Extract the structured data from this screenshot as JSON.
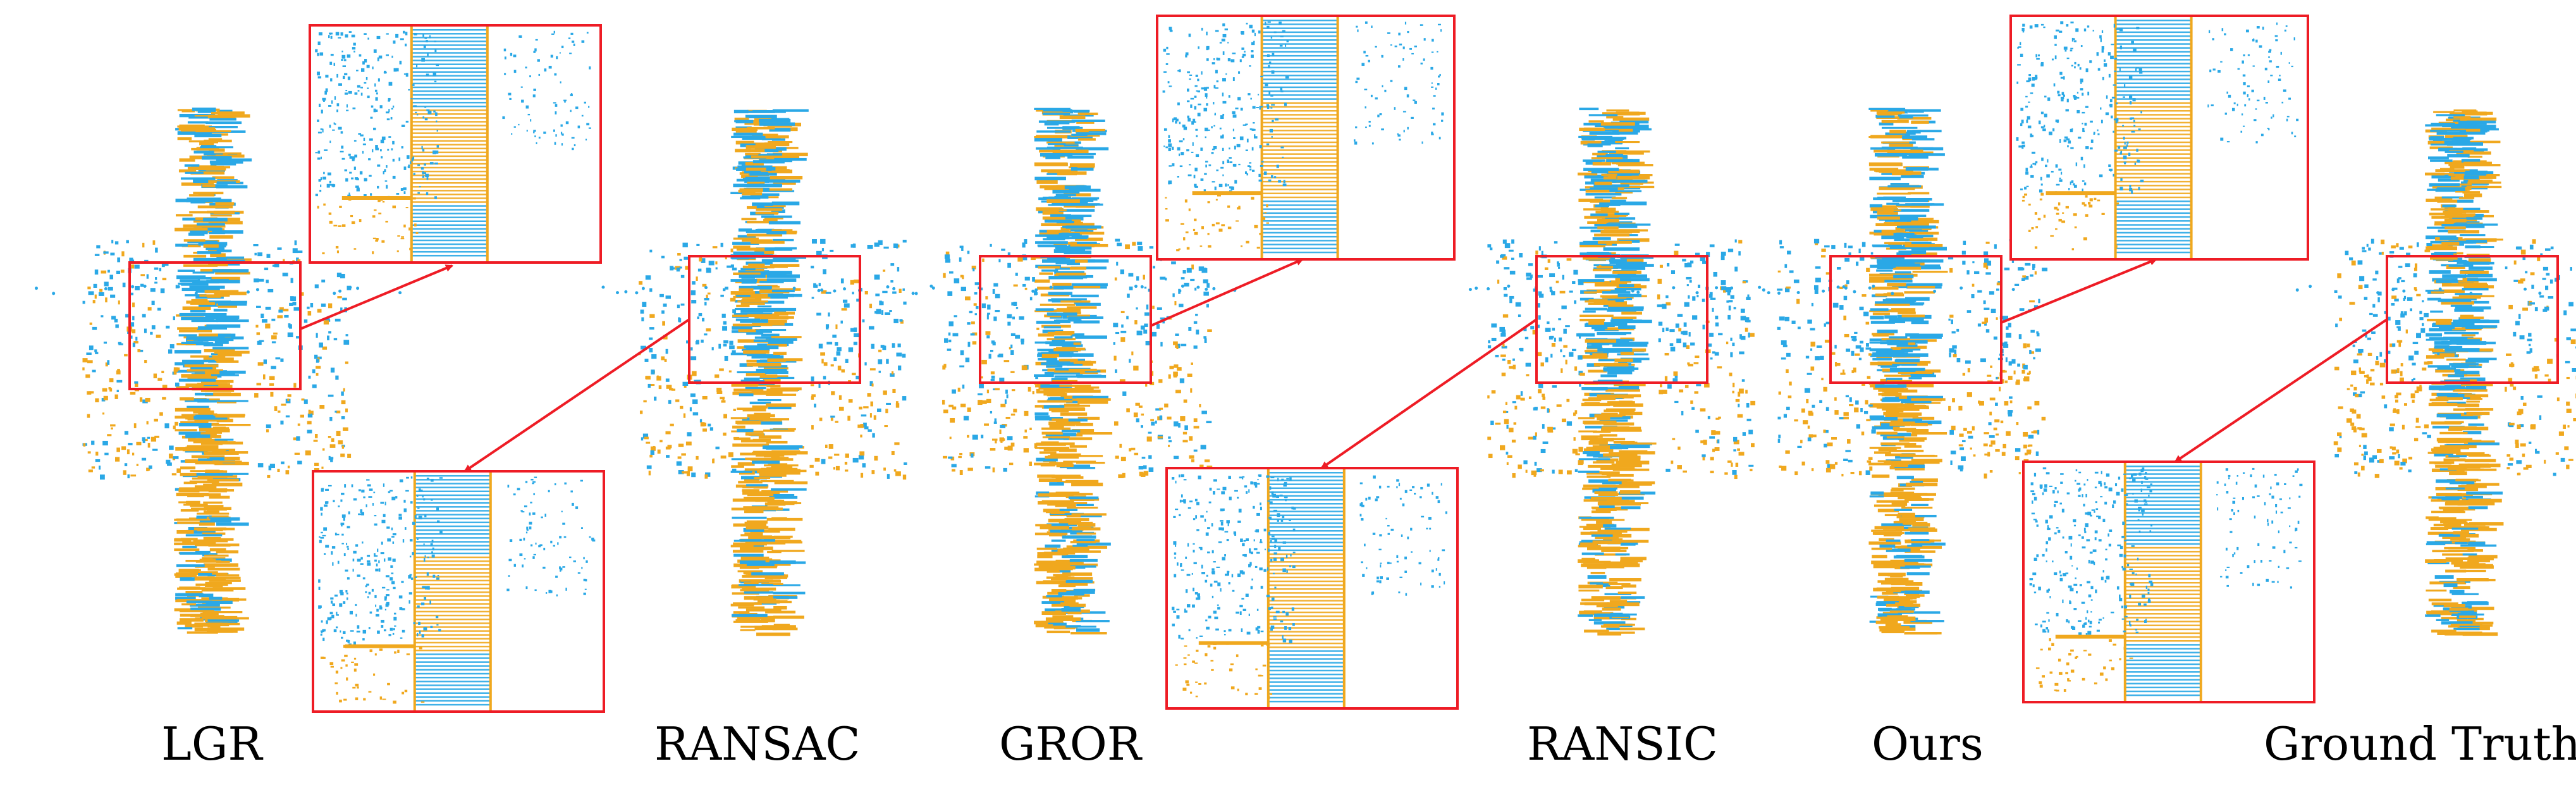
{
  "figure": {
    "labels": [
      "LGR",
      "RANSAC",
      "GROR",
      "RANSIC",
      "Ours",
      "Ground Truth"
    ]
  },
  "colors": {
    "source_cloud": "#2aa8e6",
    "target_cloud": "#f0a81e",
    "highlight_box": "#ee1c25",
    "arrow": "#ee1c25",
    "background": "#ffffff"
  }
}
